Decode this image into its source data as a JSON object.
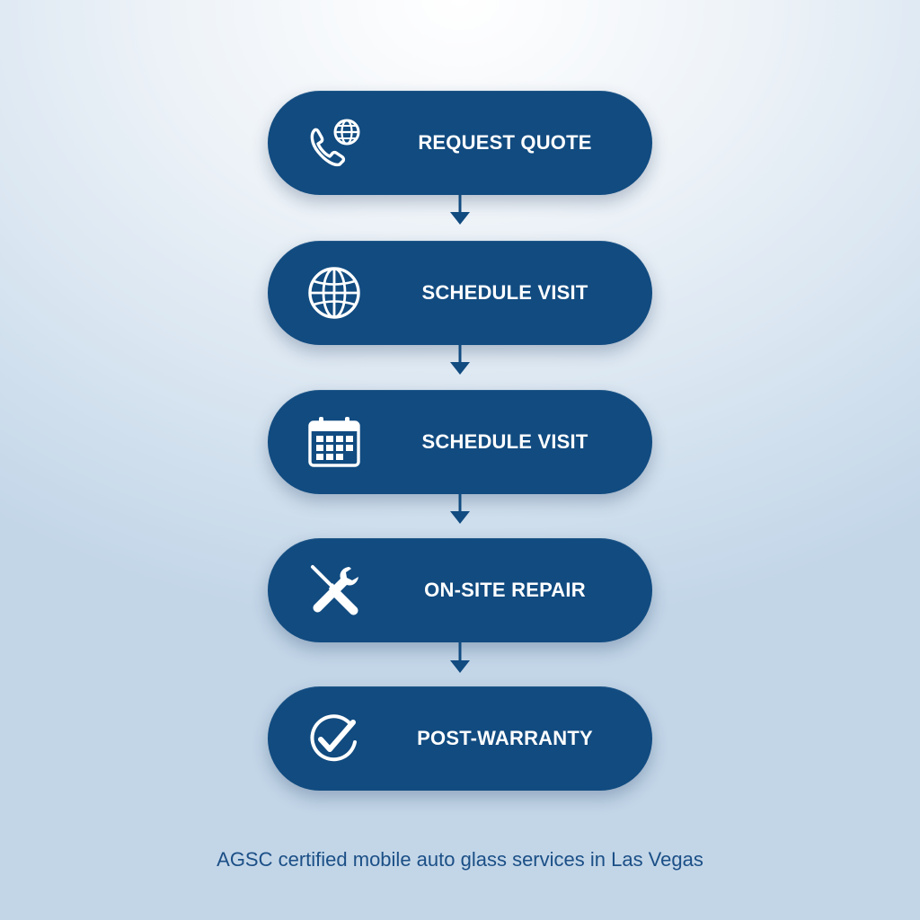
{
  "steps": [
    {
      "label": "REQUEST QUOTE",
      "icon": "phone-globe-icon"
    },
    {
      "label": "SCHEDULE VISIT",
      "icon": "globe-icon"
    },
    {
      "label": "SCHEDULE VISIT",
      "icon": "calendar-icon"
    },
    {
      "label": "ON-SITE REPAIR",
      "icon": "wrench-screwdriver-icon"
    },
    {
      "label": "POST-WARRANTY",
      "icon": "check-circle-icon"
    }
  ],
  "caption": "AGSC certified mobile auto glass services in Las Vegas",
  "colors": {
    "step_fill": "#114b80",
    "step_text": "#ffffff",
    "arrow": "#114b80",
    "caption": "#1b4f86"
  }
}
